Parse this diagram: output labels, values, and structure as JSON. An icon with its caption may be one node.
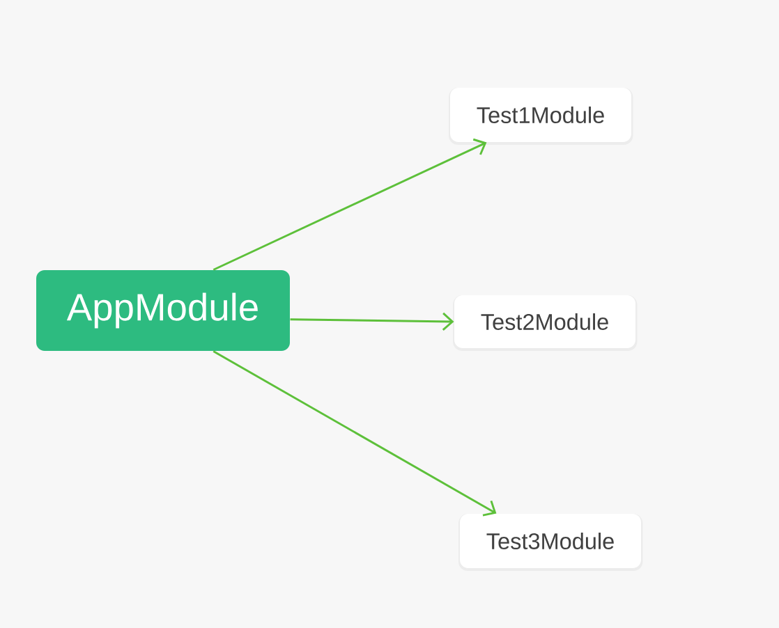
{
  "diagram": {
    "nodes": [
      {
        "text": [
          "AppModule"
        ]
      },
      {
        "text": [
          "Test1Module"
        ]
      },
      {
        "text": [
          "Test2Module"
        ]
      },
      {
        "text": [
          "Test3Module"
        ]
      }
    ],
    "edges": [
      {
        "from": 0,
        "to": 1,
        "arrow": "to"
      },
      {
        "from": 0,
        "to": 2,
        "arrow": "to"
      },
      {
        "from": 0,
        "to": 3,
        "arrow": "to"
      }
    ]
  }
}
